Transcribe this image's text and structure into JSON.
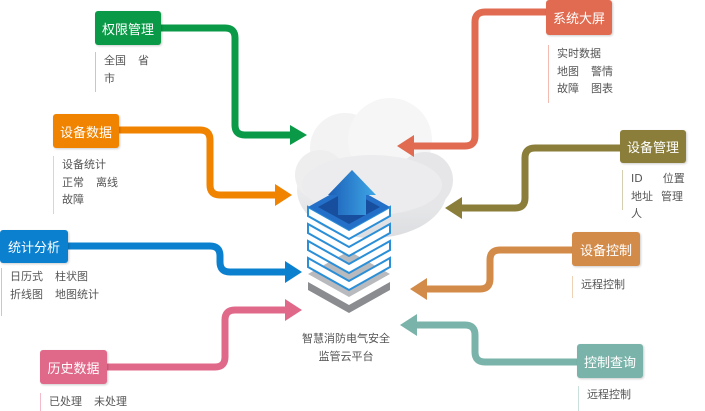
{
  "platform": {
    "line1": "智慧消防电气安全",
    "line2": "监管云平台"
  },
  "modules": {
    "permission": {
      "title": "权限管理",
      "color": "#0a9a47",
      "rows": [
        [
          "全国",
          "省"
        ],
        [
          "市"
        ]
      ]
    },
    "device_data": {
      "title": "设备数据",
      "color": "#f08300",
      "rows": [
        [
          "设备统计"
        ],
        [
          "正常",
          "离线"
        ],
        [
          "故障"
        ]
      ]
    },
    "statistics": {
      "title": "统计分析",
      "color": "#0b80cf",
      "rows": [
        [
          "日历式",
          "柱状图"
        ],
        [
          "折线图",
          "地图统计"
        ]
      ]
    },
    "history": {
      "title": "历史数据",
      "color": "#e0698a",
      "rows": [
        [
          "已处理",
          "未处理"
        ]
      ]
    },
    "big_screen": {
      "title": "系统大屏",
      "color": "#e06b50",
      "rows": [
        [
          "实时数据"
        ],
        [
          "地图",
          "警情"
        ],
        [
          "故障",
          "图表"
        ]
      ]
    },
    "device_mgmt": {
      "title": "设备管理",
      "color": "#8a7e3a",
      "rows": [
        [
          "ID",
          "位置"
        ],
        [
          "地址",
          "管理人"
        ]
      ]
    },
    "device_control": {
      "title": "设备控制",
      "color": "#d38b4a",
      "rows": [
        [
          "远程控制"
        ]
      ]
    },
    "control_query": {
      "title": "控制查询",
      "color": "#7ab3a9",
      "rows": [
        [
          "远程控制"
        ]
      ]
    }
  }
}
